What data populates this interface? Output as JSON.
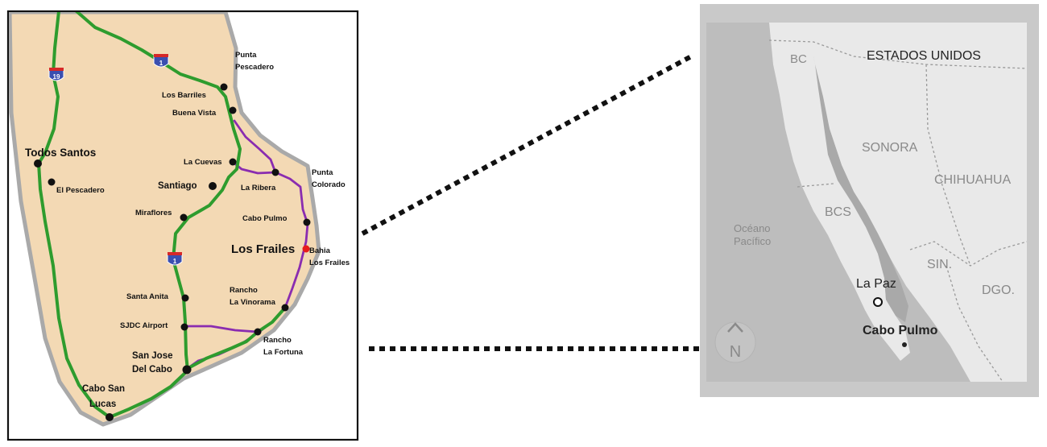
{
  "left_map": {
    "places": {
      "punta_pescadero": [
        "Punta",
        "Pescadero"
      ],
      "los_barriles": "Los Barriles",
      "buena_vista": "Buena Vista",
      "todos_santos": "Todos Santos",
      "el_pescadero": "El Pescadero",
      "la_cuevas": "La Cuevas",
      "santiago": "Santiago",
      "la_ribera": "La Ribera",
      "punta_colorado": [
        "Punta",
        "Colorado"
      ],
      "miraflores": "Miraflores",
      "cabo_pulmo": "Cabo Pulmo",
      "los_frailes": "Los Frailes",
      "bahia_los_frailes": [
        "Bahia",
        "Los Frailes"
      ],
      "santa_anita": "Santa Anita",
      "rancho_la_vinorama": [
        "Rancho",
        "La Vinorama"
      ],
      "sjdc_airport": "SJDC Airport",
      "rancho_la_fortuna": [
        "Rancho",
        "La Fortuna"
      ],
      "san_jose_del_cabo": [
        "San Jose",
        "Del Cabo"
      ],
      "cabo_san_lucas": [
        "Cabo San",
        "Lucas"
      ]
    },
    "highway_shields": {
      "hwy19": "19",
      "hwy1_north": "1",
      "hwy1_south": "1"
    },
    "colors": {
      "land": "#f3d9b4",
      "coast": "#a9a9a9",
      "highway": "#2e9c2e",
      "local_road": "#8a2cb0",
      "town": "#111111",
      "highlight": "#e61c1c"
    }
  },
  "right_map": {
    "labels": {
      "estados_unidos": "ESTADOS UNIDOS",
      "bc": "BC",
      "sonora": "SONORA",
      "chihuahua": "CHIHUAHUA",
      "bcs": "BCS",
      "oceano": [
        "Océano",
        "Pacífico"
      ],
      "sin": "SIN.",
      "dgo": "DGO.",
      "la_paz": "La Paz",
      "cabo_pulmo": "Cabo Pulmo",
      "north": "N"
    },
    "colors": {
      "frame": "#c9c9c9",
      "water": "#bdbdbd",
      "land": "#e9e9e9",
      "gulf": "#a9a9a9",
      "border": "#9a9a9a"
    }
  }
}
